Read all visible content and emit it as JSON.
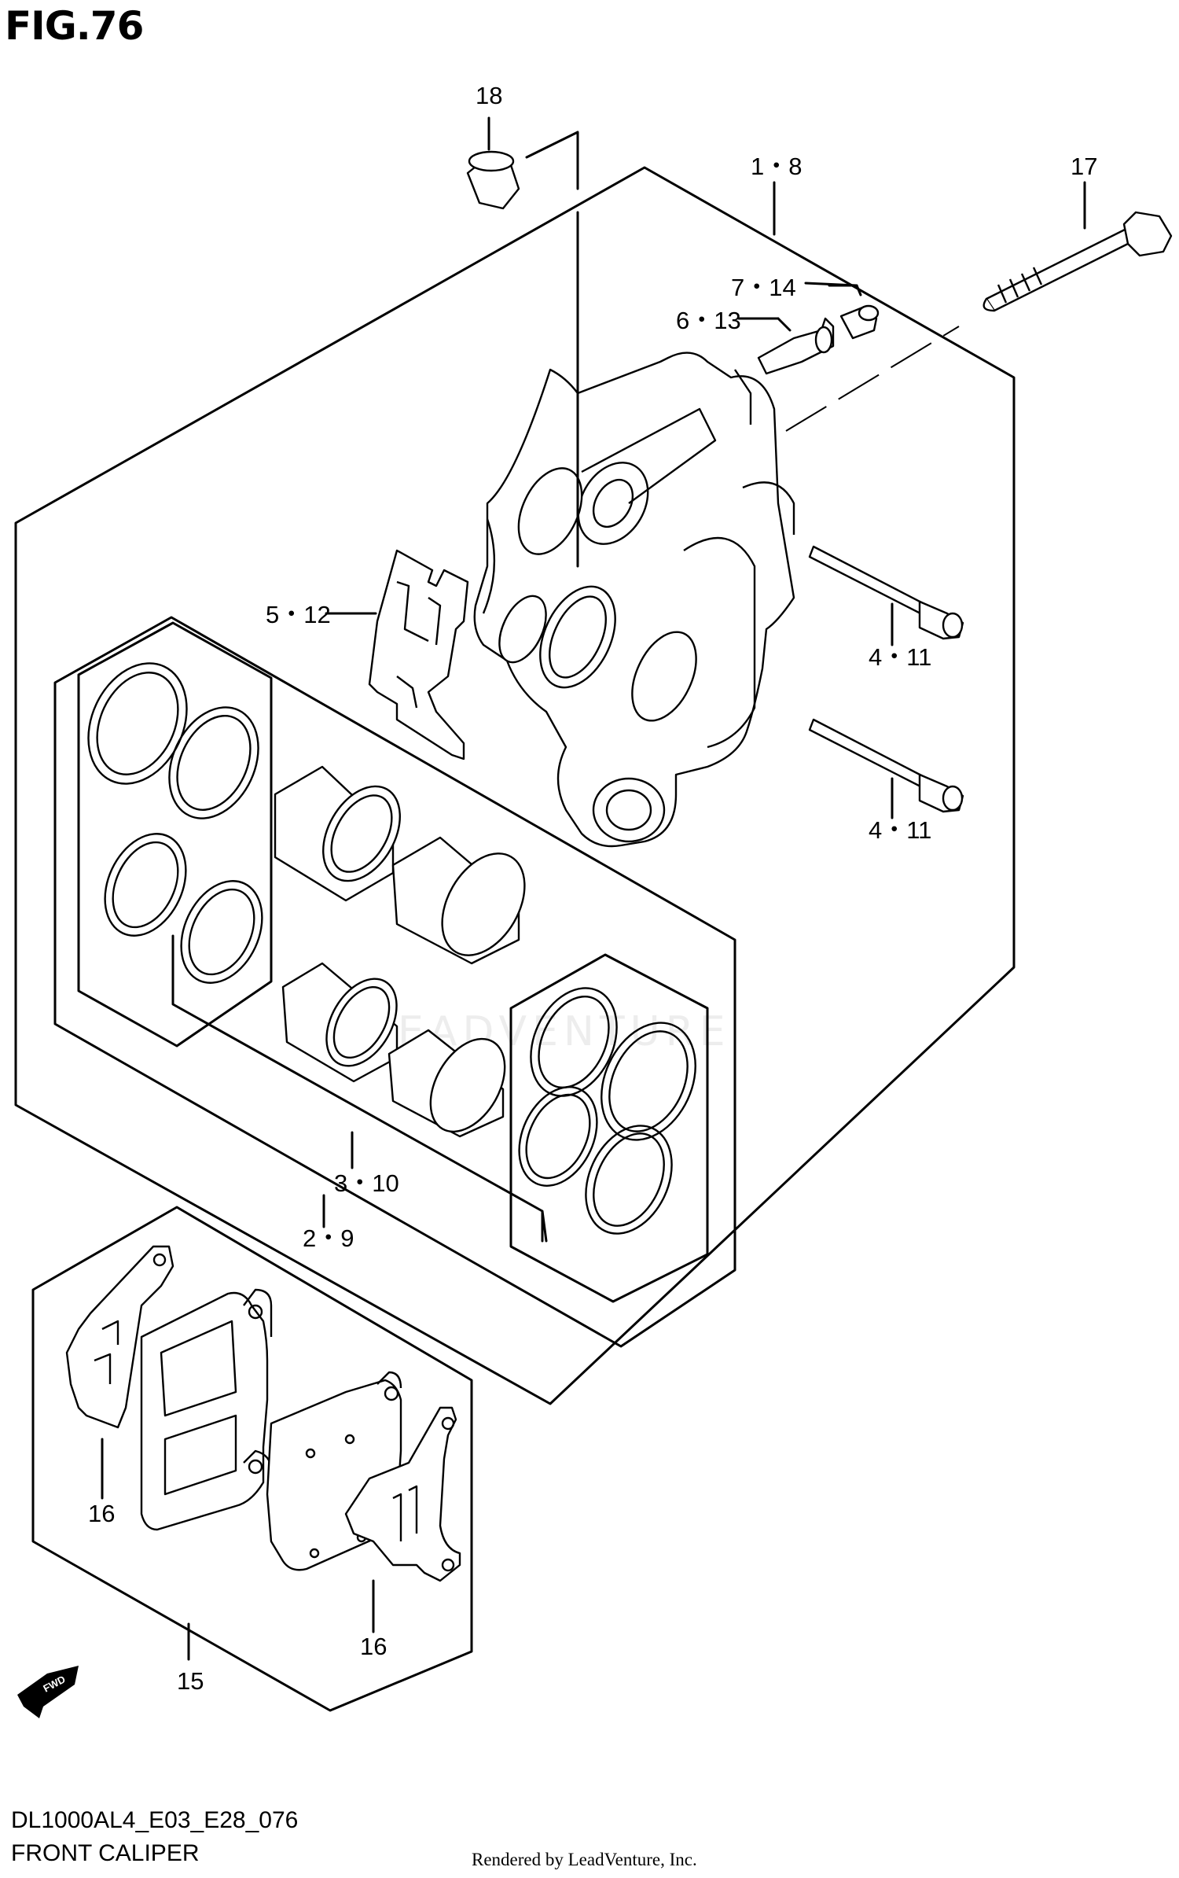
{
  "figure": {
    "title": "FIG.76"
  },
  "callouts": {
    "c18": "18",
    "c1_8": "1・8",
    "c17": "17",
    "c7_14": "7・14",
    "c6_13": "6・13",
    "c5_12": "5・12",
    "c4_11_upper": "4・11",
    "c4_11_lower": "4・11",
    "c3_10": "3・10",
    "c2_9": "2・9",
    "c16_left": "16",
    "c16_right": "16",
    "c15": "15"
  },
  "fwd_label": "FWD",
  "watermark": "LEADVENTURE",
  "footer": {
    "model_code": "DL1000AL4_E03_E28_076",
    "caption": "FRONT CALIPER",
    "rendered_by": "Rendered by LeadVenture, Inc."
  }
}
